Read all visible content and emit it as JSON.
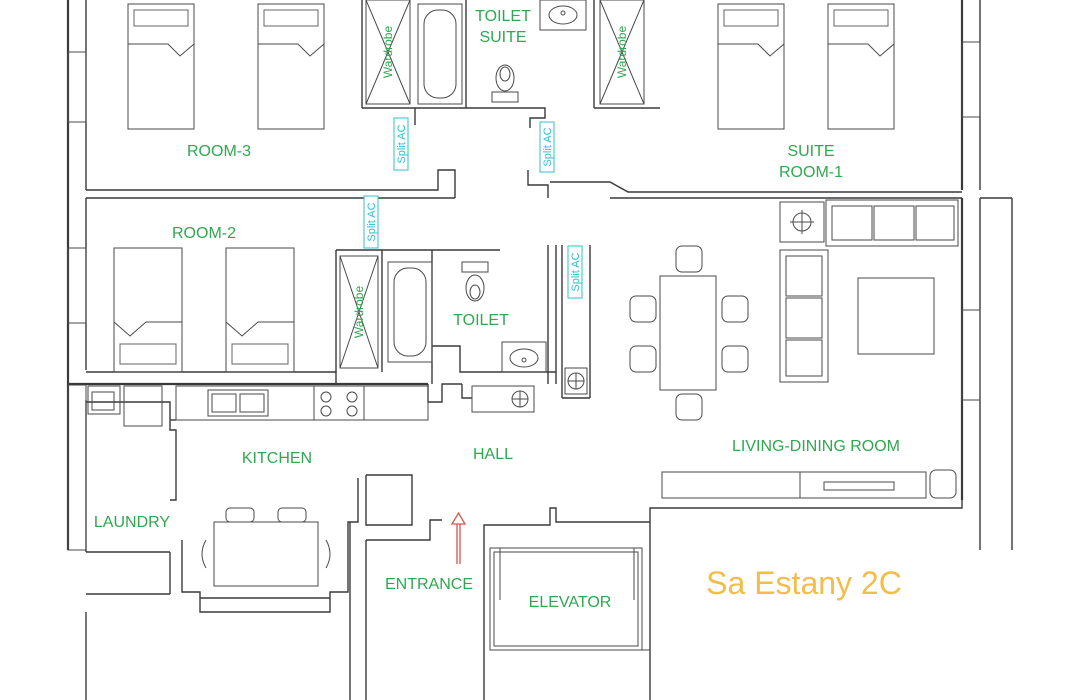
{
  "plan": {
    "title": "Sa Estany 2C",
    "colors": {
      "label": "#2fa84f",
      "split_ac": "#2cc0d6",
      "title": "#f2bd4a",
      "arrow": "#d9534f",
      "walls": "#3a3a3a"
    },
    "rooms": {
      "room3": "ROOM-3",
      "toilet_suite_1": "TOILET",
      "toilet_suite_2": "SUITE",
      "suite_room_1": "SUITE",
      "suite_room_2": "ROOM-1",
      "room2": "ROOM-2",
      "toilet": "TOILET",
      "kitchen": "KITCHEN",
      "hall": "HALL",
      "living": "LIVING-DINING ROOM",
      "laundry": "LAUNDRY",
      "entrance": "ENTRANCE",
      "elevator": "ELEVATOR"
    },
    "wardrobe": "Wardrobe",
    "split_ac": "Split AC"
  }
}
